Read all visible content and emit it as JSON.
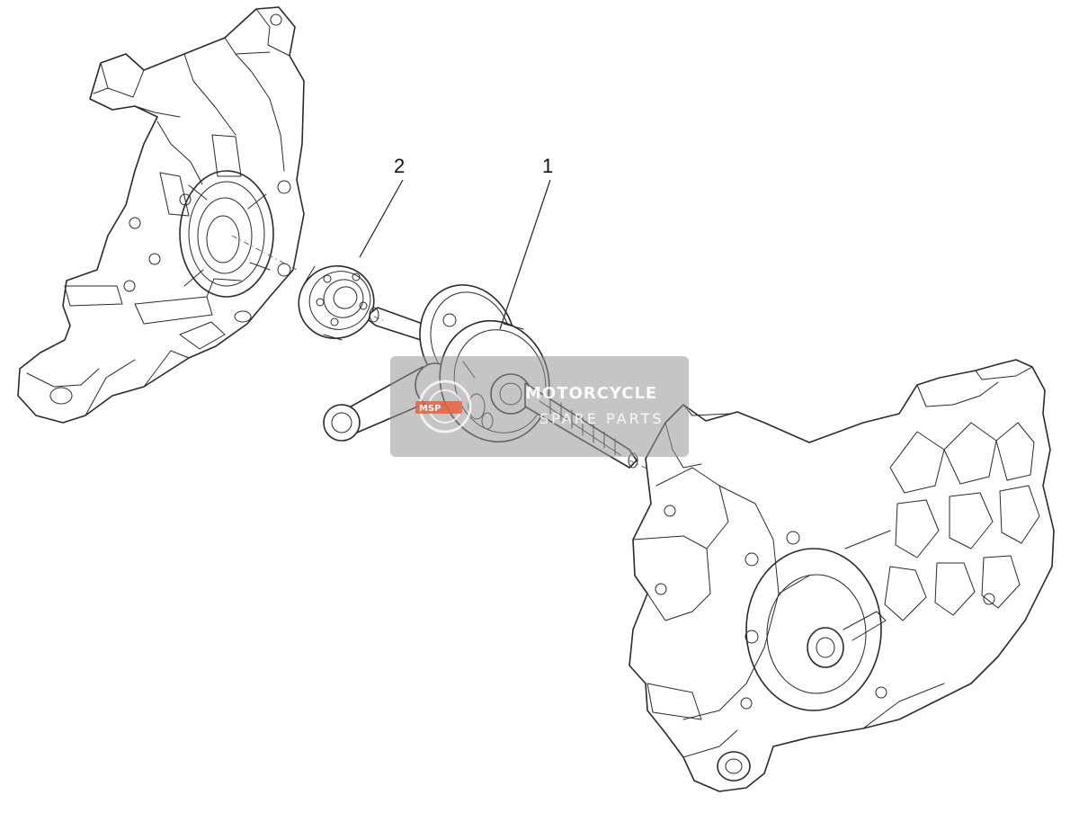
{
  "callouts": [
    {
      "id": "crankshaft",
      "label": "1"
    },
    {
      "id": "bearing",
      "label": "2"
    }
  ],
  "watermark": {
    "line1": "MOTORCYCLE",
    "line2": "SPARE PARTS",
    "accent_color": "#e8603a"
  }
}
